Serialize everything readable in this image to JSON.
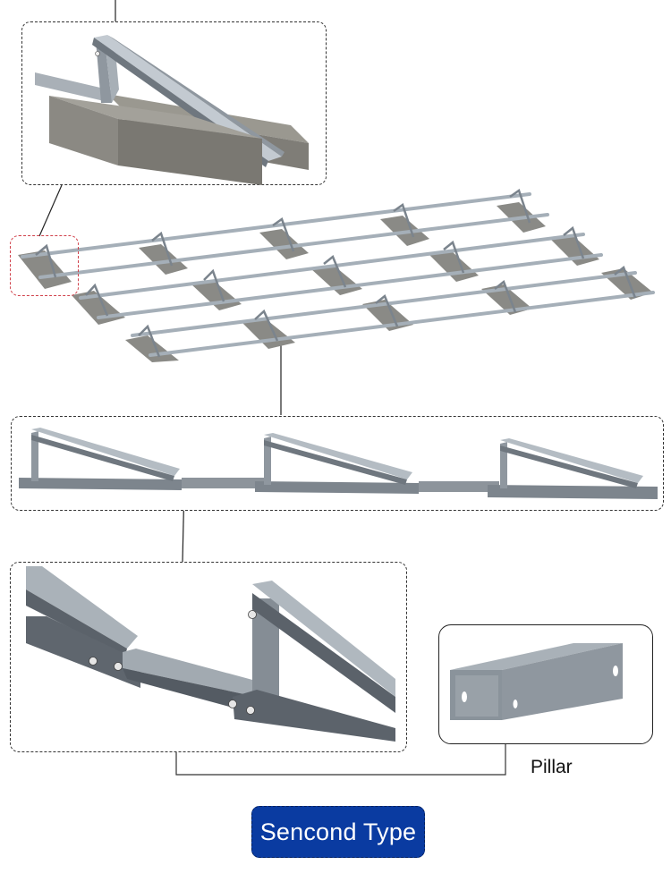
{
  "title_badge": {
    "label": "Sencond Type",
    "color": "#0a3ba1"
  },
  "callouts": {
    "pillar_label": "Pillar"
  },
  "panels": [
    {
      "name": "ballast-block-detail",
      "description": "Triangle bracket on wooden/concrete ballast blocks",
      "border": "dashed"
    },
    {
      "name": "array-overview",
      "description": "Ground-mount array: 3 rows of triangle brackets on ballast blocks with horizontal rails",
      "rows": 3,
      "brackets_per_row": 5
    },
    {
      "name": "side-view-detail",
      "description": "Three triangle brackets joined by connecting beams",
      "triangles": 3,
      "border": "dashed"
    },
    {
      "name": "joint-detail",
      "description": "Close-up of connecting beam bolted between two triangle brackets",
      "border": "dashed"
    },
    {
      "name": "pillar-detail",
      "description": "Square tube pillar with bolt holes",
      "border": "solid"
    }
  ],
  "colors": {
    "metal_light": "#b9c1c8",
    "metal_mid": "#8f979f",
    "metal_dark": "#5c636b",
    "concrete": "#8d8d88",
    "highlight_red": "#d0404a"
  }
}
